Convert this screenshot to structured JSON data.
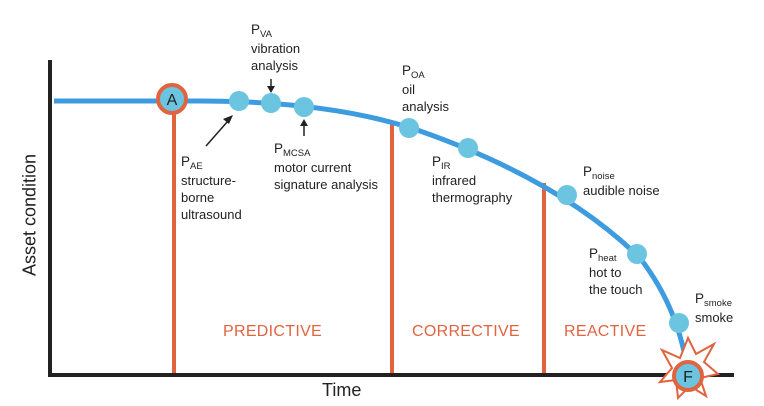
{
  "axes": {
    "x_label": "Time",
    "y_label": "Asset condition"
  },
  "zones": [
    "PREDICTIVE",
    "CORRECTIVE",
    "REACTIVE"
  ],
  "events": {
    "start": "A",
    "failure": "F"
  },
  "points": [
    {
      "id": "ae",
      "symbol": "P",
      "sub": "AE",
      "desc": [
        "structure-",
        "borne",
        "ultrasound"
      ]
    },
    {
      "id": "va",
      "symbol": "P",
      "sub": "VA",
      "desc": [
        "vibration",
        "analysis"
      ]
    },
    {
      "id": "mcsa",
      "symbol": "P",
      "sub": "MCSA",
      "desc": [
        "motor current",
        "signature analysis"
      ]
    },
    {
      "id": "oa",
      "symbol": "P",
      "sub": "OA",
      "desc": [
        "oil",
        "analysis"
      ]
    },
    {
      "id": "ir",
      "symbol": "P",
      "sub": "IR",
      "desc": [
        "infrared",
        "thermography"
      ]
    },
    {
      "id": "noise",
      "symbol": "P",
      "sub": "noise",
      "desc": [
        "audible noise"
      ]
    },
    {
      "id": "heat",
      "symbol": "P",
      "sub": "heat",
      "desc": [
        "hot to",
        "the touch"
      ]
    },
    {
      "id": "smoke",
      "symbol": "P",
      "sub": "smoke",
      "desc": [
        "smoke"
      ]
    }
  ],
  "colors": {
    "curve": "#3d9be0",
    "marker": "#6cc5e0",
    "accent": "#e06440",
    "axis": "#222222"
  }
}
